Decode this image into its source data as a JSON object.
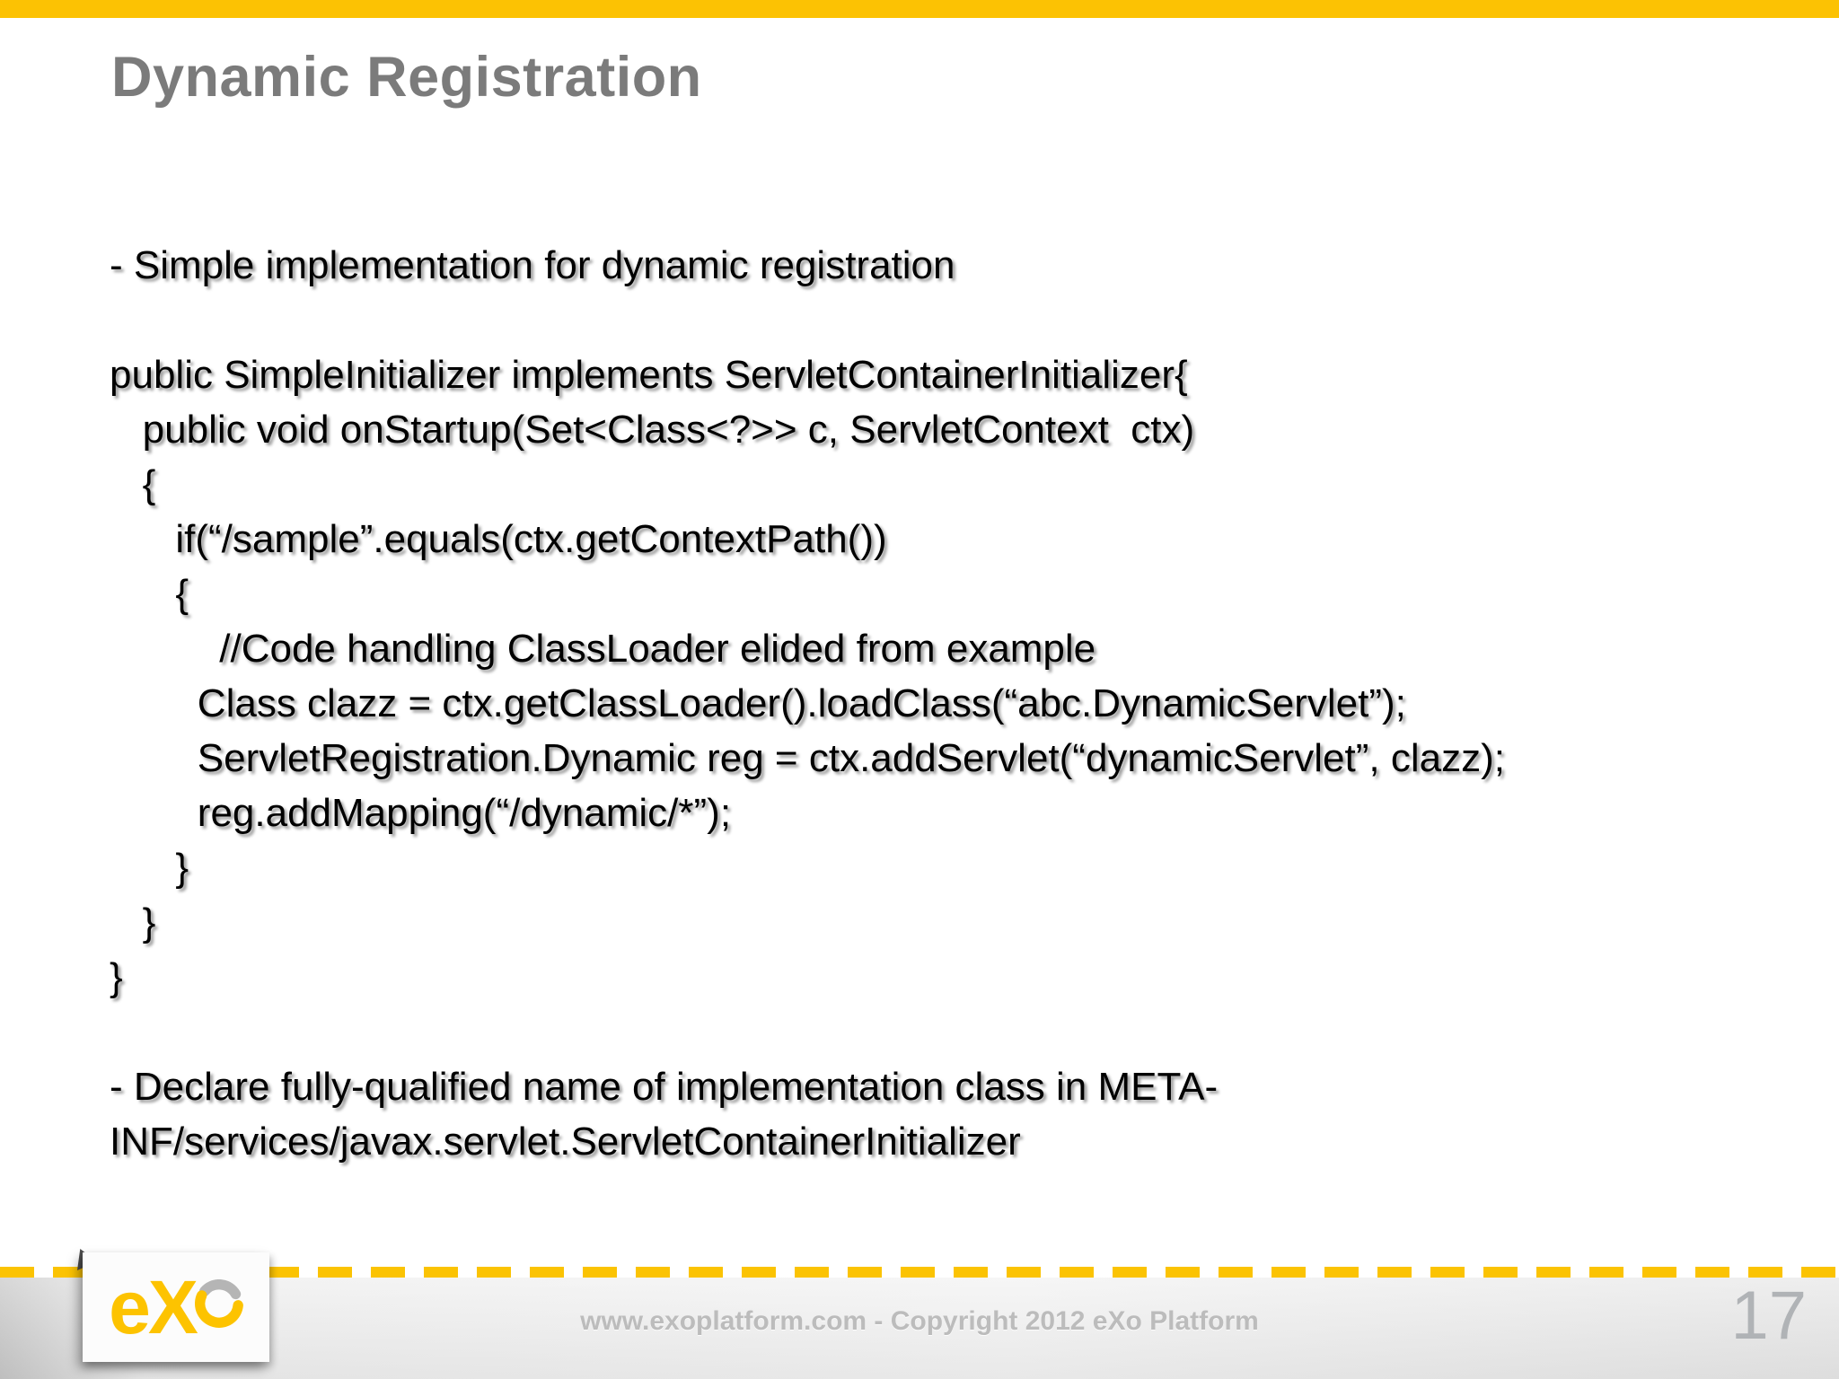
{
  "slide": {
    "title": "Dynamic Registration",
    "bullet_intro": "- Simple implementation for dynamic registration",
    "code_block": "public SimpleInitializer implements ServletContainerInitializer{\n   public void onStartup(Set<Class<?>> c, ServletContext  ctx)\n   {\n      if(“/sample”.equals(ctx.getContextPath())\n      {\n          //Code handling ClassLoader elided from example\n        Class clazz = ctx.getClassLoader().loadClass(“abc.DynamicServlet”);\n        ServletRegistration.Dynamic reg = ctx.addServlet(“dynamicServlet”, clazz);\n        reg.addMapping(“/dynamic/*”);\n      }\n   }\n}",
    "bullet_declare": "- Declare fully-qualified name of implementation class in META-\nINF/services/javax.servlet.ServletContainerInitializer"
  },
  "footer": {
    "copyright": "www.exoplatform.com - Copyright 2012 eXo Platform",
    "page_number": "17",
    "logo": {
      "part_e": "e",
      "part_x": "X"
    }
  },
  "colors": {
    "accent_yellow": "#FCC203",
    "logo_yellow": "#FDC300",
    "title_gray": "#7B7B7B",
    "footer_text_gray": "#BCBCBC",
    "page_number_gray": "#B0B3B6",
    "logo_arc_gray": "#B5B5B5"
  }
}
